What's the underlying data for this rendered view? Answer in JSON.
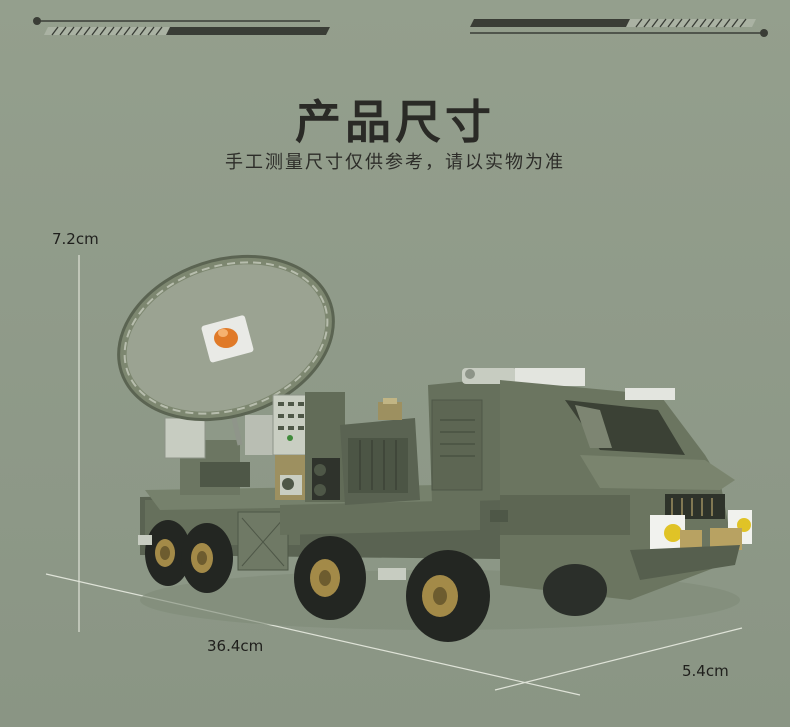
{
  "header": {
    "title": "产品尺寸",
    "subtitle": "手工测量尺寸仅供参考，请以实物为准"
  },
  "dimensions": {
    "height": "7.2cm",
    "length": "36.4cm",
    "width": "5.4cm"
  },
  "colors": {
    "background": "#8f9a89",
    "vehicle": "#6b7560",
    "vehicle_dark": "#4e5747",
    "accent": "#e07a28",
    "text": "#2a2a26"
  }
}
